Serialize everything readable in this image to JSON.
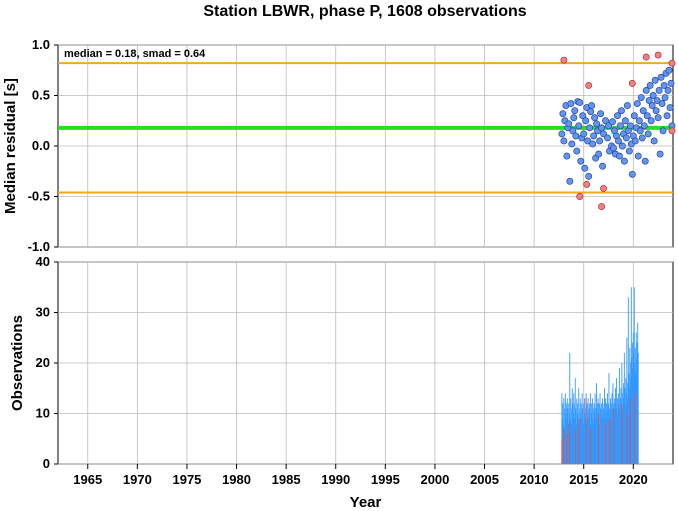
{
  "title": "Station LBWR, phase P, 1608 observations",
  "chart_data": [
    {
      "type": "scatter",
      "ylabel": "Median residual [s]",
      "annotation": "median = 0.18, smad = 0.64",
      "xlim": [
        1962,
        2024
      ],
      "ylim": [
        -1.0,
        1.0
      ],
      "yticks": [
        -1.0,
        -0.5,
        0.0,
        0.5,
        1.0
      ],
      "ytick_labels": [
        "-1.0",
        "-0.5",
        "0.0",
        "0.5",
        "1.0"
      ],
      "grid": true,
      "reference_lines": [
        {
          "name": "median",
          "value": 0.18,
          "color": "#22e022"
        },
        {
          "name": "upper bound",
          "value": 0.82,
          "color": "#f5a623"
        },
        {
          "name": "lower bound",
          "value": -0.46,
          "color": "#f5a623"
        }
      ],
      "series": [
        {
          "color": "#6495ed",
          "points": [
            [
              2012.8,
              0.12
            ],
            [
              2012.9,
              0.32
            ],
            [
              2013.0,
              0.05
            ],
            [
              2013.1,
              0.25
            ],
            [
              2013.2,
              0.4
            ],
            [
              2013.3,
              -0.1
            ],
            [
              2013.4,
              0.18
            ],
            [
              2013.5,
              0.22
            ],
            [
              2013.6,
              -0.35
            ],
            [
              2013.7,
              0.42
            ],
            [
              2013.8,
              0.02
            ],
            [
              2013.9,
              0.15
            ],
            [
              2014.0,
              0.28
            ],
            [
              2014.1,
              0.35
            ],
            [
              2014.2,
              0.1
            ],
            [
              2014.3,
              -0.05
            ],
            [
              2014.4,
              0.44
            ],
            [
              2014.5,
              0.2
            ],
            [
              2014.6,
              0.43
            ],
            [
              2014.7,
              -0.15
            ],
            [
              2014.8,
              0.08
            ],
            [
              2014.9,
              0.3
            ],
            [
              2015.0,
              0.12
            ],
            [
              2015.1,
              -0.22
            ],
            [
              2015.2,
              0.25
            ],
            [
              2015.3,
              0.38
            ],
            [
              2015.4,
              0.05
            ],
            [
              2015.5,
              -0.3
            ],
            [
              2015.6,
              0.18
            ],
            [
              2015.7,
              0.34
            ],
            [
              2015.8,
              0.4
            ],
            [
              2015.9,
              0.02
            ],
            [
              2016.0,
              0.1
            ],
            [
              2016.1,
              0.28
            ],
            [
              2016.2,
              -0.12
            ],
            [
              2016.3,
              0.22
            ],
            [
              2016.4,
              0.15
            ],
            [
              2016.5,
              -0.08
            ],
            [
              2016.6,
              0.05
            ],
            [
              2016.7,
              0.32
            ],
            [
              2016.8,
              0.18
            ],
            [
              2016.9,
              -0.2
            ],
            [
              2017.0,
              0.12
            ],
            [
              2017.2,
              0.25
            ],
            [
              2017.4,
              0.08
            ],
            [
              2017.5,
              0.2
            ],
            [
              2017.6,
              -0.05
            ],
            [
              2017.8,
              0.0
            ],
            [
              2017.9,
              0.24
            ],
            [
              2018.0,
              -0.02
            ],
            [
              2018.1,
              0.15
            ],
            [
              2018.2,
              -0.08
            ],
            [
              2018.3,
              0.1
            ],
            [
              2018.4,
              0.3
            ],
            [
              2018.5,
              0.05
            ],
            [
              2018.6,
              -0.1
            ],
            [
              2018.7,
              0.2
            ],
            [
              2018.8,
              0.35
            ],
            [
              2018.9,
              0.0
            ],
            [
              2019.0,
              0.12
            ],
            [
              2019.1,
              -0.15
            ],
            [
              2019.2,
              0.25
            ],
            [
              2019.3,
              0.08
            ],
            [
              2019.4,
              0.4
            ],
            [
              2019.5,
              0.15
            ],
            [
              2019.6,
              -0.05
            ],
            [
              2019.7,
              0.2
            ],
            [
              2019.8,
              0.02
            ],
            [
              2019.9,
              -0.28
            ],
            [
              2020.0,
              0.1
            ],
            [
              2020.1,
              0.3
            ],
            [
              2020.2,
              0.05
            ],
            [
              2020.3,
              0.18
            ],
            [
              2020.4,
              0.42
            ],
            [
              2020.5,
              -0.1
            ],
            [
              2020.6,
              0.25
            ],
            [
              2020.7,
              0.15
            ],
            [
              2020.8,
              0.48
            ],
            [
              2020.9,
              0.08
            ],
            [
              2021.0,
              0.35
            ],
            [
              2021.1,
              0.2
            ],
            [
              2021.2,
              -0.15
            ],
            [
              2021.3,
              0.55
            ],
            [
              2021.4,
              0.3
            ],
            [
              2021.5,
              0.12
            ],
            [
              2021.6,
              0.45
            ],
            [
              2021.7,
              0.6
            ],
            [
              2021.8,
              0.25
            ],
            [
              2021.9,
              0.4
            ],
            [
              2022.0,
              0.5
            ],
            [
              2022.1,
              0.05
            ],
            [
              2022.2,
              0.65
            ],
            [
              2022.3,
              0.35
            ],
            [
              2022.4,
              0.45
            ],
            [
              2022.5,
              0.28
            ],
            [
              2022.6,
              0.55
            ],
            [
              2022.7,
              -0.08
            ],
            [
              2022.8,
              0.68
            ],
            [
              2022.9,
              0.42
            ],
            [
              2023.0,
              0.15
            ],
            [
              2023.1,
              0.6
            ],
            [
              2023.2,
              0.48
            ],
            [
              2023.3,
              0.72
            ],
            [
              2023.4,
              0.3
            ],
            [
              2023.5,
              0.55
            ],
            [
              2023.6,
              0.75
            ],
            [
              2023.7,
              0.38
            ],
            [
              2023.8,
              0.62
            ],
            [
              2023.9,
              0.2
            ]
          ]
        },
        {
          "color": "#f08080",
          "points": [
            [
              2013.0,
              0.85
            ],
            [
              2014.6,
              -0.5
            ],
            [
              2015.3,
              -0.38
            ],
            [
              2015.5,
              0.6
            ],
            [
              2016.8,
              -0.6
            ],
            [
              2017.0,
              -0.42
            ],
            [
              2019.9,
              0.62
            ],
            [
              2021.3,
              0.88
            ],
            [
              2022.5,
              0.9
            ],
            [
              2023.9,
              0.82
            ],
            [
              2023.9,
              0.15
            ]
          ]
        }
      ]
    },
    {
      "type": "bar",
      "xlabel": "Year",
      "ylabel": "Observations",
      "xlim": [
        1962,
        2024
      ],
      "ylim": [
        0,
        40
      ],
      "yticks": [
        0,
        10,
        20,
        30,
        40
      ],
      "xticks": [
        1965,
        1970,
        1975,
        1980,
        1985,
        1990,
        1995,
        2000,
        2005,
        2010,
        2015,
        2020
      ],
      "grid": true,
      "series": [
        {
          "color": "#3399ff",
          "start_year": 2012.75,
          "bin_width": 0.05,
          "values": [
            14,
            9,
            12,
            8,
            13,
            11,
            7,
            14,
            10,
            12,
            9,
            13,
            11,
            8,
            12,
            10,
            22,
            9,
            13,
            11,
            8,
            15,
            12,
            10,
            14,
            9,
            12,
            17,
            11,
            8,
            13,
            10,
            12,
            9,
            15,
            11,
            8,
            13,
            10,
            12,
            9,
            14,
            11,
            8,
            12,
            10,
            13,
            9,
            11,
            14,
            8,
            12,
            10,
            13,
            9,
            11,
            12,
            8,
            14,
            10,
            12,
            9,
            13,
            11,
            8,
            12,
            10,
            14,
            9,
            11,
            16,
            12,
            9,
            13,
            10,
            12,
            8,
            14,
            11,
            9,
            12,
            10,
            13,
            9,
            11,
            12,
            15,
            10,
            13,
            9,
            12,
            11,
            14,
            10,
            12,
            18,
            11,
            9,
            13,
            12,
            10,
            14,
            11,
            16,
            12,
            10,
            13,
            11,
            15,
            12,
            17,
            11,
            13,
            10,
            14,
            12,
            19,
            11,
            13,
            15,
            12,
            20,
            14,
            11,
            16,
            13,
            22,
            15,
            12,
            17,
            14,
            25,
            16,
            13,
            33,
            18,
            15,
            23,
            20,
            17,
            35,
            21,
            24,
            19,
            26,
            22,
            35,
            20,
            23,
            18,
            26,
            21,
            24,
            28,
            22
          ]
        },
        {
          "color": "#e05050",
          "start_year": 2012.75,
          "bin_width": 0.05,
          "values": [
            5,
            0,
            0,
            0,
            7,
            0,
            0,
            0,
            0,
            0,
            6,
            0,
            0,
            0,
            0,
            8,
            0,
            0,
            0,
            0,
            0,
            0,
            0,
            0,
            0,
            0,
            0,
            0,
            7,
            0,
            0,
            0,
            0,
            0,
            0,
            9,
            0,
            0,
            0,
            0,
            0,
            0,
            0,
            0,
            0,
            0,
            0,
            0,
            0,
            13,
            0,
            0,
            0,
            0,
            0,
            0,
            0,
            0,
            7,
            0,
            0,
            0,
            0,
            0,
            0,
            0,
            0,
            0,
            0,
            0,
            0,
            0,
            0,
            0,
            10,
            0,
            0,
            0,
            0,
            0,
            0,
            0,
            0,
            0,
            0,
            0,
            0,
            0,
            8,
            0,
            0,
            0,
            0,
            0,
            0,
            0,
            9,
            0,
            0,
            0,
            0,
            0,
            0,
            0,
            0,
            11,
            0,
            0,
            0,
            0,
            0,
            0,
            0,
            0,
            0,
            0,
            0,
            0,
            0,
            0,
            0,
            12,
            0,
            0,
            0,
            0,
            0,
            0,
            0,
            0,
            0,
            10,
            0,
            0,
            0,
            0,
            0,
            0,
            13,
            0,
            0,
            0,
            0,
            0,
            0,
            0,
            0,
            14,
            0,
            0,
            0,
            0,
            0,
            0,
            0,
            0,
            0
          ]
        }
      ]
    }
  ]
}
